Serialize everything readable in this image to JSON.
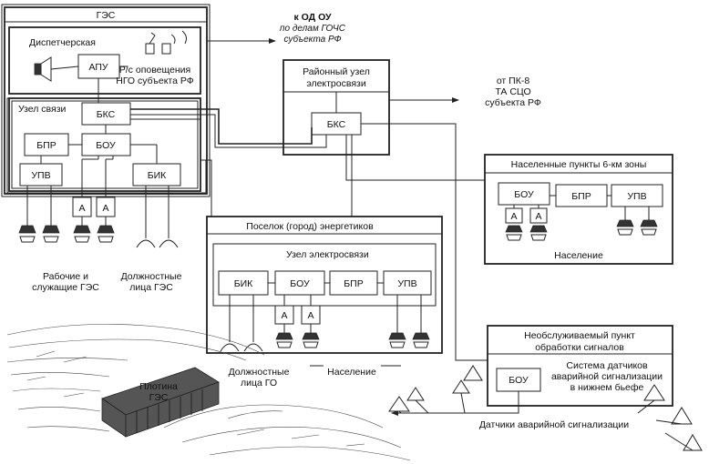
{
  "hpp": {
    "title": "ГЭС"
  },
  "dispatch": {
    "title": "Диспетчерская",
    "apu": "АПУ",
    "radio_line1": "Р/с оповещения",
    "radio_line2": "НГО субъекта РФ"
  },
  "hub": {
    "title": "Узел связи",
    "bks": "БКС",
    "bpr": "БПР",
    "bou": "БОУ",
    "upv": "УПВ",
    "bik": "БИК",
    "a1": "А",
    "a2": "А"
  },
  "hpp_labels": {
    "workers_line1": "Рабочие и",
    "workers_line2": "служащие ГЭС",
    "officials_line1": "Должностные",
    "officials_line2": "лица ГЭС"
  },
  "to_od": {
    "line1": "к ОД ОУ",
    "line2": "по делам ГОЧС",
    "line3": "субъекта РФ"
  },
  "district": {
    "line1": "Районный узел",
    "line2": "электросвязи",
    "bks": "БКС"
  },
  "from_pk": {
    "line1": "от ПК-8",
    "line2": "ТА СЦО",
    "line3": "субъекта РФ"
  },
  "zone": {
    "title": "Населенные пункты 6-км зоны",
    "bou": "БОУ",
    "bpr": "БПР",
    "upv": "УПВ",
    "a1": "А",
    "a2": "А",
    "population": "Население"
  },
  "village": {
    "title": "Поселок (город) энергетиков",
    "hub_title": "Узел электросвязи",
    "bik": "БИК",
    "bou": "БОУ",
    "bpr": "БПР",
    "upv": "УПВ",
    "a1": "А",
    "a2": "А",
    "officials_line1": "Должностные",
    "officials_line2": "лица ГО",
    "population": "Население"
  },
  "unattended": {
    "line1": "Необслуживаемый пункт",
    "line2": "обработки сигналов",
    "bou": "БОУ",
    "sys_line1": "Система датчиков",
    "sys_line2": "аварийной сигнализации",
    "sys_line3": "в нижнем бьефе"
  },
  "dam": {
    "line1": "Плотина",
    "line2": "ГЭС"
  },
  "sensors": {
    "label": "Датчики аварийной сигнализации"
  }
}
